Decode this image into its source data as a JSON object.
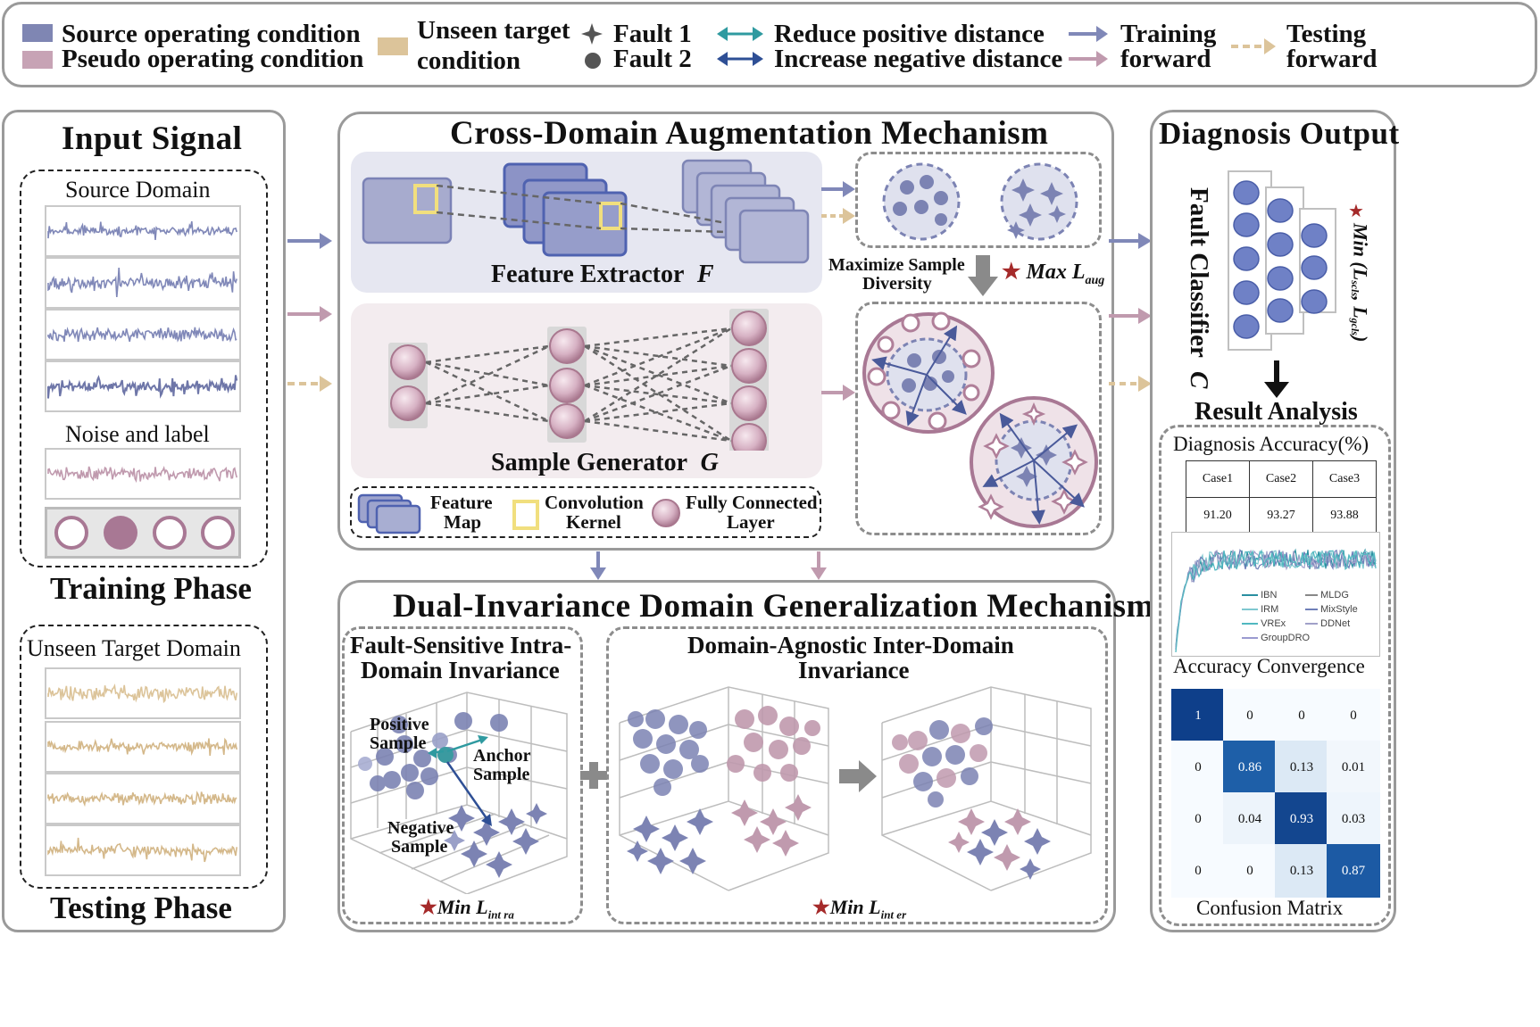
{
  "legend": {
    "source_condition": "Source operating condition",
    "pseudo_condition": "Pseudo operating condition",
    "unseen_target_line1": "Unseen target",
    "unseen_target_line2": "condition",
    "fault1": "Fault 1",
    "fault2": "Fault 2",
    "reduce_positive": "Reduce positive distance",
    "increase_negative": "Increase negative distance",
    "training_forward_line1": "Training",
    "training_forward_line2": "forward",
    "testing_forward_line1": "Testing",
    "testing_forward_line2": "forward"
  },
  "input_panel": {
    "title": "Input Signal",
    "source_domain": "Source Domain",
    "noise_label": "Noise and label",
    "training_phase": "Training Phase",
    "unseen_target_domain": "Unseen Target Domain",
    "testing_phase": "Testing Phase"
  },
  "cdam": {
    "title": "Cross-Domain Augmentation Mechanism",
    "feature_extractor": "Feature Extractor",
    "feature_extractor_sym": "F",
    "sample_generator": "Sample Generator",
    "sample_generator_sym": "G",
    "maximize_line1": "Maximize Sample",
    "maximize_line2": "Diversity",
    "max_loss": "Max L",
    "max_loss_sub": "aug",
    "key_feature_map_line1": "Feature",
    "key_feature_map_line2": "Map",
    "key_conv_line1": "Convolution",
    "key_conv_line2": "Kernel",
    "key_fc_line1": "Fully Connected",
    "key_fc_line2": "Layer"
  },
  "didg": {
    "title": "Dual-Invariance Domain Generalization Mechanism",
    "intra_title_line1": "Fault-Sensitive Intra-",
    "intra_title_line2": "Domain Invariance",
    "inter_title_line1": "Domain-Agnostic Inter-Domain",
    "inter_title_line2": "Invariance",
    "positive_line1": "Positive",
    "positive_line2": "Sample",
    "anchor_line1": "Anchor",
    "anchor_line2": "Sample",
    "negative_line1": "Negative",
    "negative_line2": "Sample",
    "min_intra": "Min L",
    "min_intra_sub": "int ra",
    "min_inter": "Min L",
    "min_inter_sub": "int er"
  },
  "output": {
    "title": "Diagnosis Output",
    "classifier": "Fault Classifier",
    "classifier_sym": "C",
    "min_loss": "Min (L",
    "min_loss_sub1": "scls",
    "min_loss_mid": ", L",
    "min_loss_sub2": "gcls",
    "min_loss_end": ")",
    "result_analysis": "Result Analysis",
    "accuracy_title": "Diagnosis Accuracy(%)",
    "accuracy_table": {
      "headers": [
        "Case1",
        "Case2",
        "Case3"
      ],
      "values": [
        "91.20",
        "93.27",
        "93.88"
      ]
    },
    "convergence_title": "Accuracy Convergence",
    "convergence_legend": [
      "IBN",
      "MLDG",
      "IRM",
      "MixStyle",
      "VREx",
      "DDNet",
      "GroupDRO"
    ],
    "confusion_title": "Confusion Matrix",
    "confusion_matrix": [
      [
        "1",
        "0",
        "0",
        "0"
      ],
      [
        "0",
        "0.86",
        "0.13",
        "0.01"
      ],
      [
        "0",
        "0.04",
        "0.93",
        "0.03"
      ],
      [
        "0",
        "0",
        "0.13",
        "0.87"
      ]
    ]
  },
  "colors": {
    "source": "#8088b8",
    "pseudo": "#c09aae",
    "target": "#dcc49a",
    "teal": "#2f9aa0",
    "navy": "#2e4f95",
    "star_red": "#a52a2a"
  }
}
